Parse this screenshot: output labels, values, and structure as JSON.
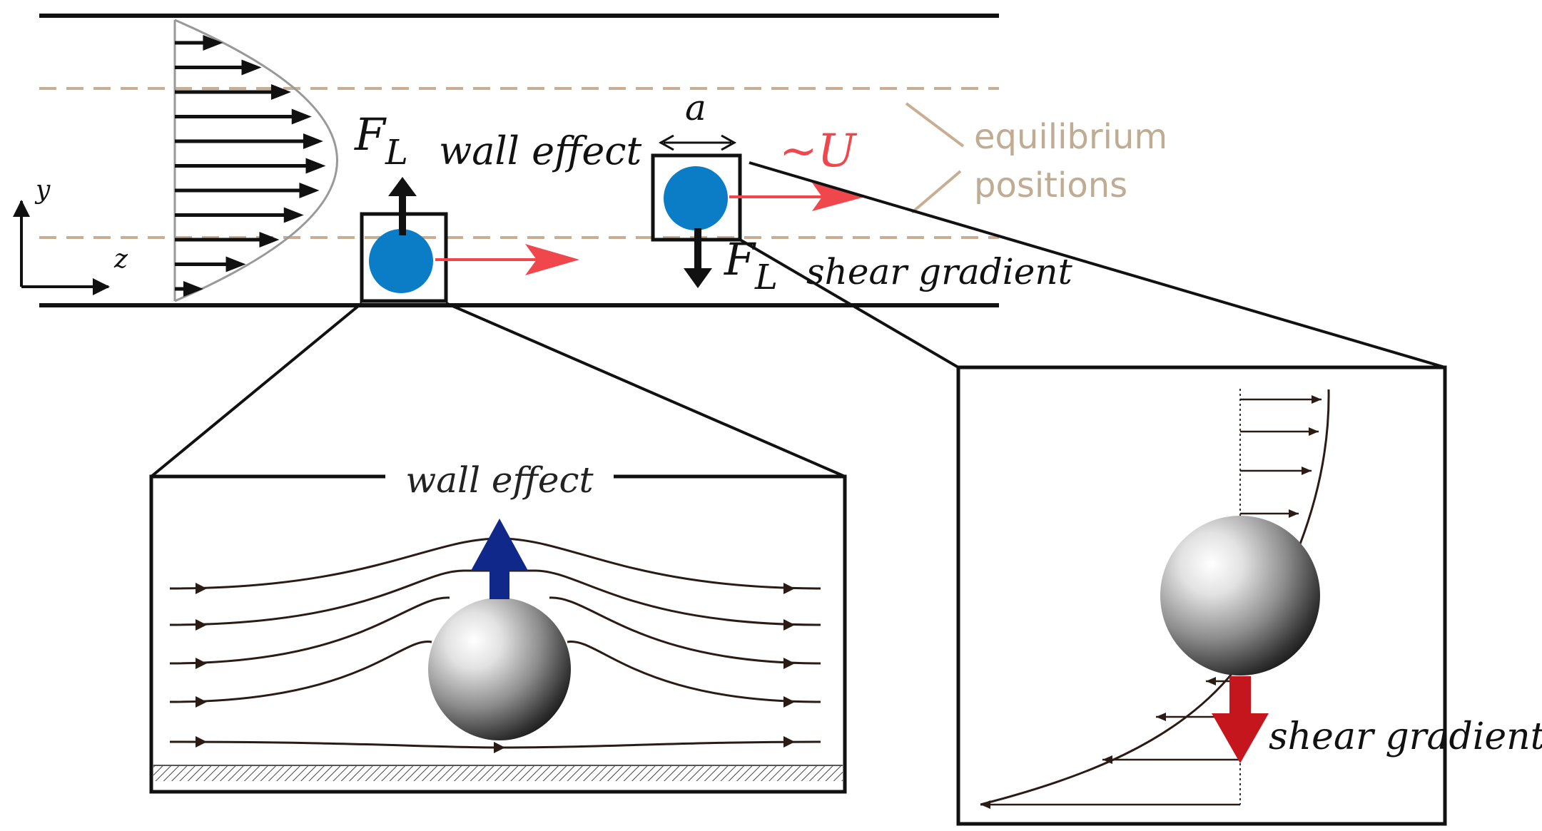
{
  "labels": {
    "force_symbol": "F",
    "force_subscript": "L",
    "wall_effect": "wall effect",
    "shear_gradient": "shear gradient",
    "particle_size": "a",
    "velocity": "~U",
    "equilibrium_line1": "equilibrium",
    "equilibrium_line2": "positions",
    "axis_y": "y",
    "axis_z": "z"
  },
  "insets": {
    "wall_effect_title": "wall effect",
    "shear_gradient_label": "shear gradient"
  },
  "colors": {
    "particle": "#0b7dc6",
    "flow_arrow": "#f0474c",
    "equilibrium_line": "#c8ae92",
    "equilibrium_text": "#c0ab93",
    "wall_force_arrow": "#10288a",
    "shear_force_arrow": "#c4161c",
    "streamline": "#2b1b15"
  }
}
